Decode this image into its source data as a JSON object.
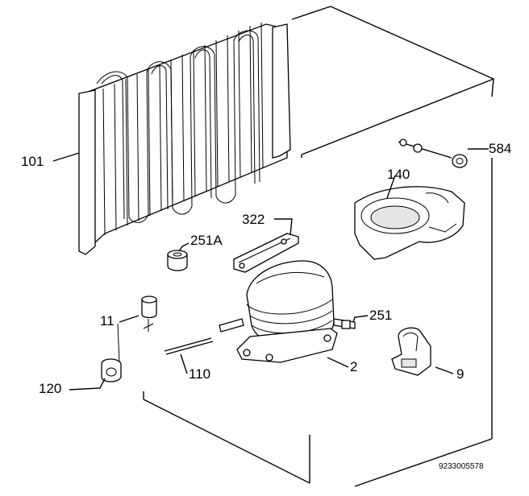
{
  "labels": {
    "condenser": "101",
    "drain_tube": "584",
    "drip_tray": "140",
    "bracket": "322",
    "grommet_a": "251A",
    "thermostat_bulb": "11",
    "compressor_grommet": "251",
    "capillary": "110",
    "compressor": "2",
    "wire": "120",
    "relay_clip": "9"
  },
  "document_number": "9233005578"
}
